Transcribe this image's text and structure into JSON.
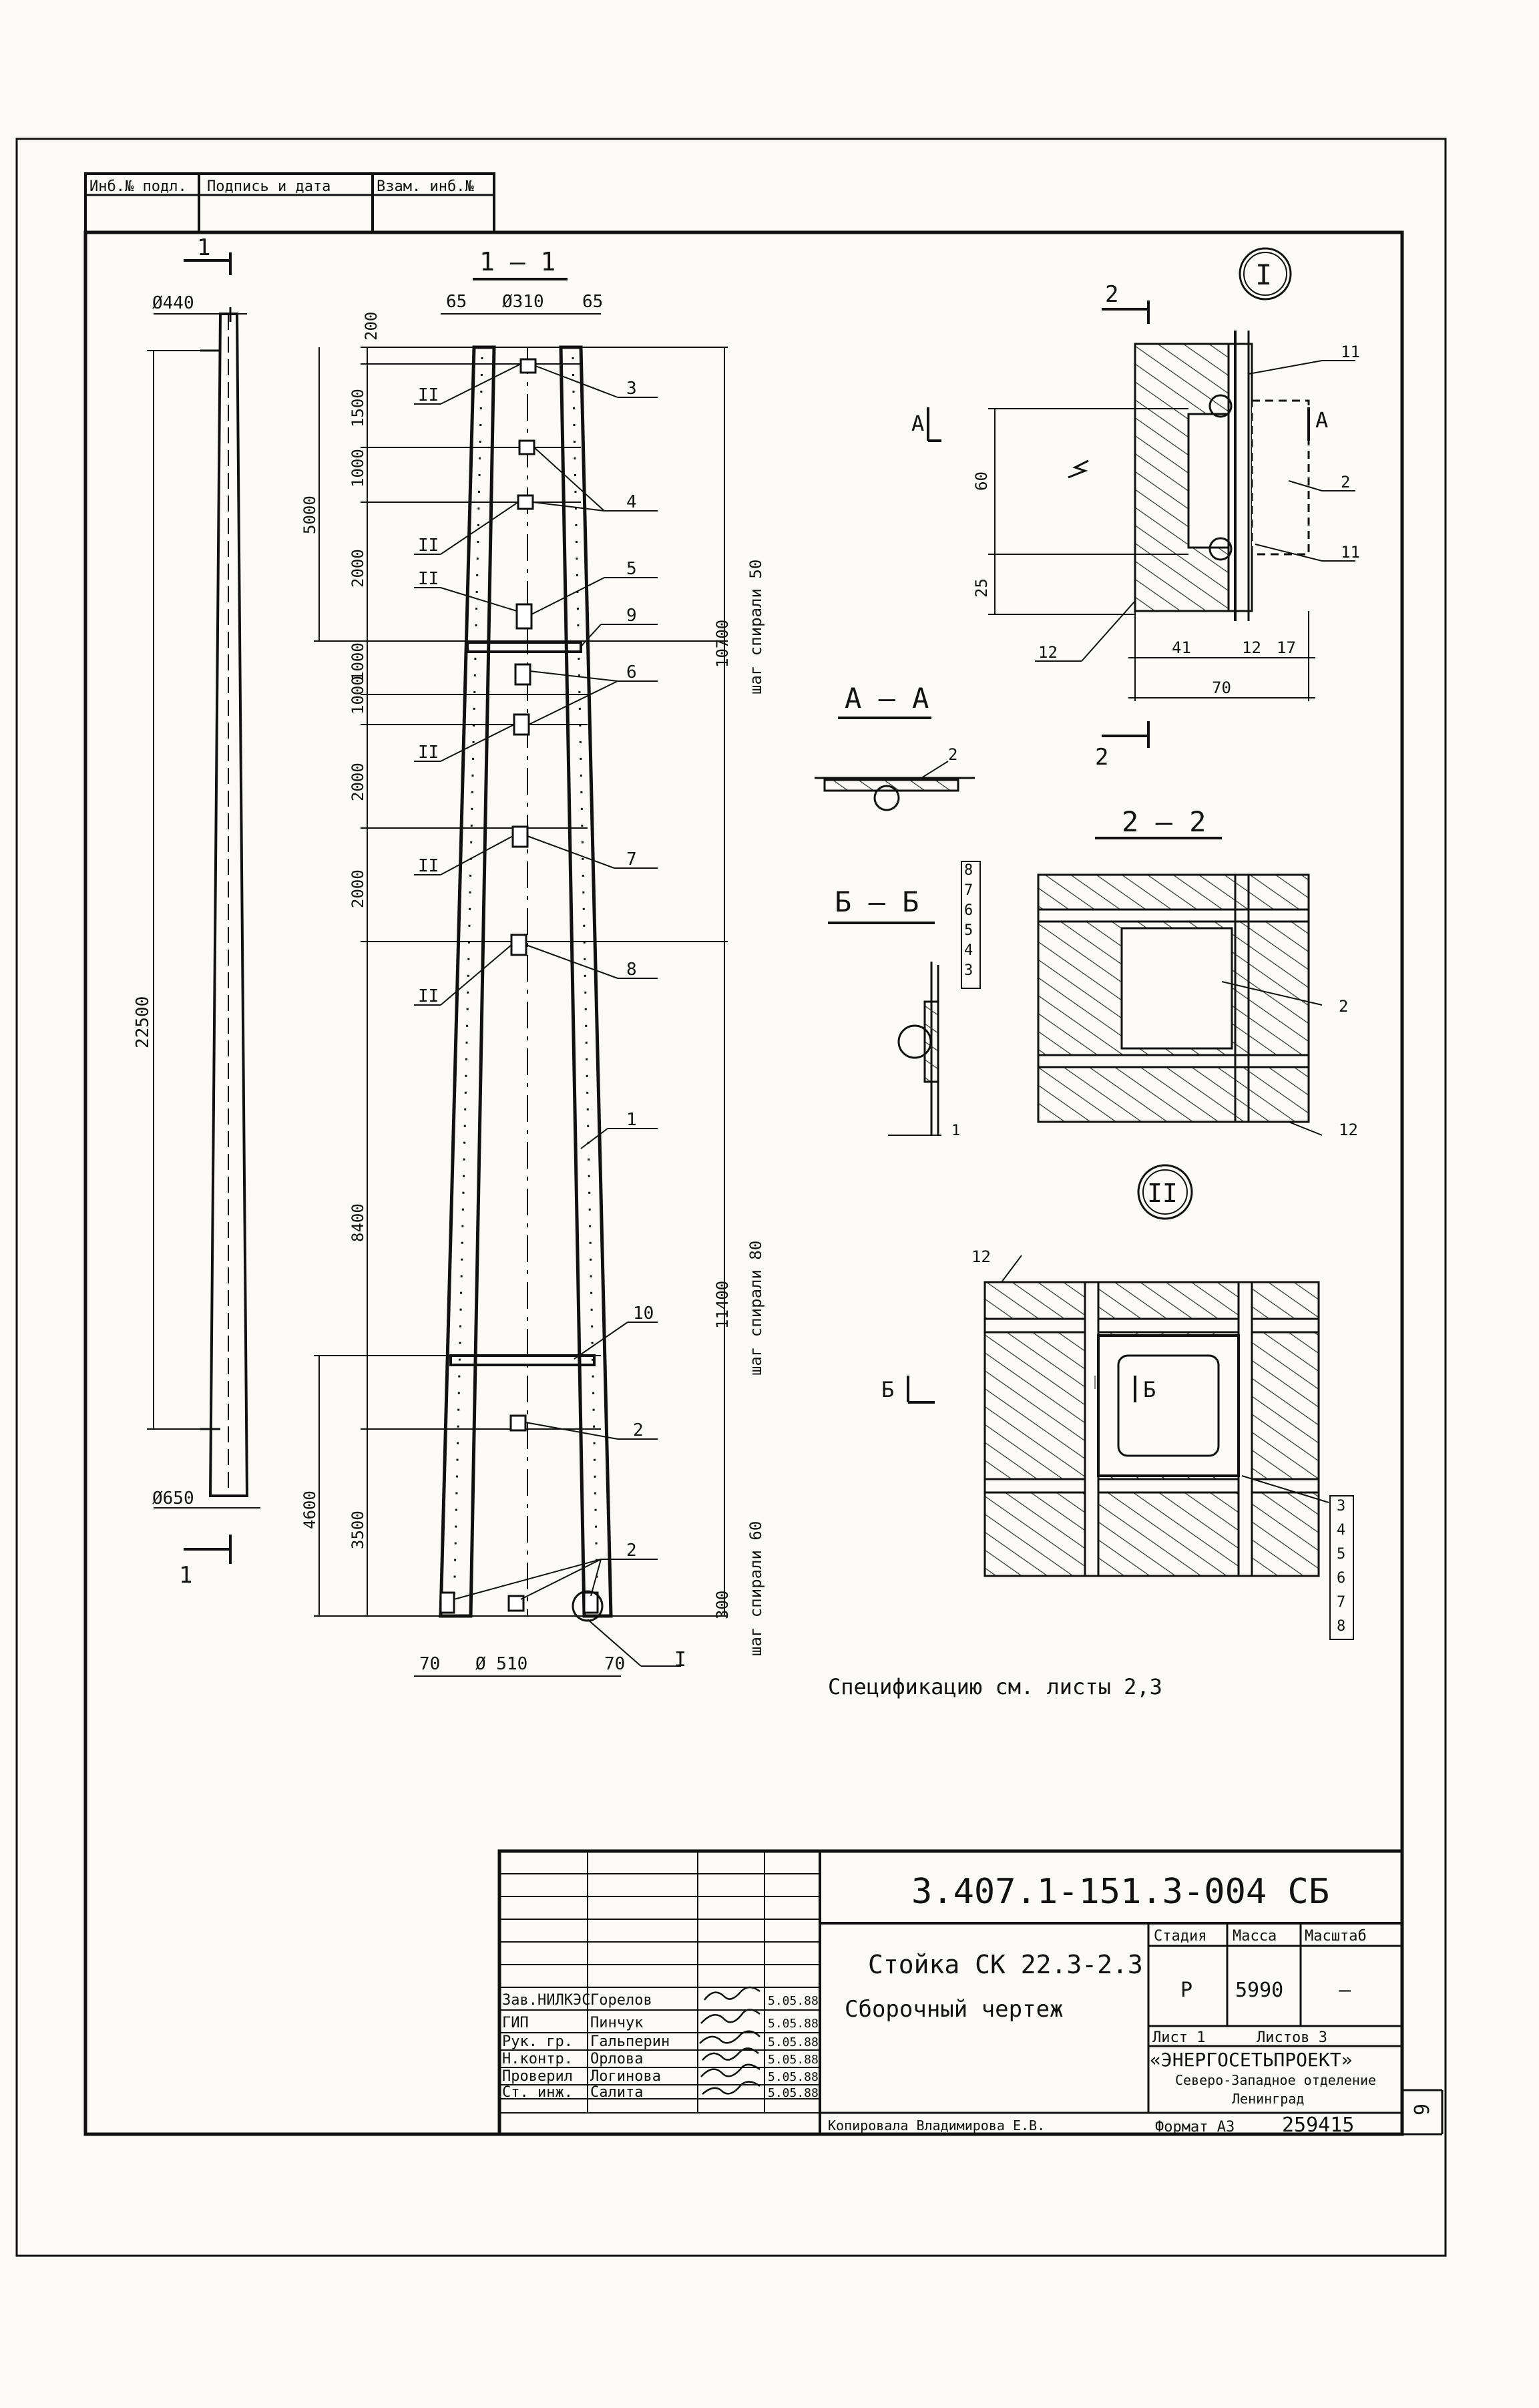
{
  "stamp_top": {
    "inv_no": "Инб.№ подл.",
    "sign_date": "Подпись и дата",
    "replace_inv": "Взам. инб.№"
  },
  "section_marks": {
    "cut_1": "1",
    "section_1_1": "1 — 1",
    "cut_2": "2",
    "cut_A": "А",
    "cut_B": "Б",
    "section_A_A": "А — А",
    "section_B_B": "Б — Б",
    "section_2_2": "2 — 2",
    "detail_I": "I",
    "detail_II": "II"
  },
  "overview_dims": {
    "top_dia": "Ø440",
    "bottom_dia": "Ø650",
    "length": "22500"
  },
  "section_dims": {
    "top_left": "65",
    "top_dia": "Ø310",
    "top_right": "65",
    "bottom_left": "70",
    "bottom_dia": "Ø 510",
    "bottom_right": "70",
    "left_chain": [
      "200",
      "1500",
      "1000",
      "2000",
      "1000",
      "1000",
      "2000",
      "2000",
      "8400",
      "3500"
    ],
    "left_big": [
      "5000",
      "4600"
    ],
    "right_1": "10700",
    "right_1_note": "шаг спирали 50",
    "right_2": "11400",
    "right_2_note": "шаг спирали 80",
    "right_3": "300",
    "right_3_note": "шаг спирали 60"
  },
  "callouts": [
    "3",
    "4",
    "5",
    "9",
    "6",
    "7",
    "8",
    "1",
    "10",
    "2",
    "2"
  ],
  "detail_I_dims": {
    "h1": "60",
    "h2": "25",
    "w1": "41",
    "w2": "12",
    "w3": "17",
    "w_total": "70",
    "labels": [
      "11",
      "2",
      "11",
      "12"
    ]
  },
  "detail_BB_layers": [
    "8",
    "7",
    "6",
    "5",
    "4",
    "3",
    "1"
  ],
  "detail_22_labels": [
    "2",
    "12"
  ],
  "detail_II_labels": [
    "12",
    "3",
    "4",
    "5",
    "6",
    "7",
    "8"
  ],
  "spec_note": "Спецификацию см. листы 2,3",
  "title_block": {
    "doc_code": "3.407.1-151.3-004 СБ",
    "title_line1": "Стойка СК 22.3-2.3",
    "title_line2": "Сборочный чертеж",
    "stage_hdr": "Стадия",
    "mass_hdr": "Масса",
    "scale_hdr": "Масштаб",
    "stage": "Р",
    "mass": "5990",
    "scale": "—",
    "sheet": "Лист 1",
    "sheets": "Листов 3",
    "org1": "«ЭНЕРГОСЕТЬПРОЕКТ»",
    "org2": "Северо-Западное отделение",
    "org3": "Ленинград",
    "copied": "Копировала   Владимирова Е.В.",
    "format": "Формат А3",
    "stamp_no": "259415",
    "page_no": "6",
    "roles": [
      {
        "role": "Зав.НИЛКЭС",
        "name": "Горелов",
        "date": "5.05.88"
      },
      {
        "role": "ГИП",
        "name": "Пинчук",
        "date": "5.05.88"
      },
      {
        "role": "Рук. гр.",
        "name": "Гальперин",
        "date": "5.05.88"
      },
      {
        "role": "Н.контр.",
        "name": "Орлова",
        "date": "5.05.88"
      },
      {
        "role": "Проверил",
        "name": "Логинова",
        "date": "5.05.88"
      },
      {
        "role": "Ст. инж.",
        "name": "Салита",
        "date": "5.05.88"
      }
    ]
  }
}
